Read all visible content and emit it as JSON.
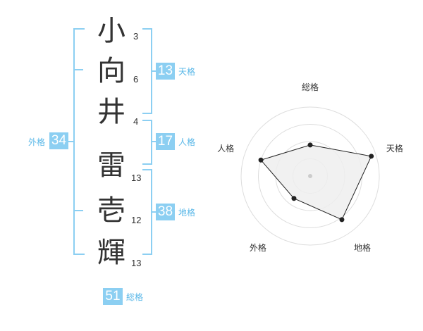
{
  "name": {
    "chars": [
      {
        "char": "小",
        "strokes": "3"
      },
      {
        "char": "向",
        "strokes": "6"
      },
      {
        "char": "井",
        "strokes": "4"
      },
      {
        "char": "雷",
        "strokes": "13"
      },
      {
        "char": "壱",
        "strokes": "12"
      },
      {
        "char": "輝",
        "strokes": "13"
      }
    ]
  },
  "kakusu": {
    "tenkaku": {
      "value": "13",
      "label": "天格"
    },
    "jinkaku": {
      "value": "17",
      "label": "人格"
    },
    "chikaku": {
      "value": "38",
      "label": "地格"
    },
    "gaikaku": {
      "value": "34",
      "label": "外格"
    },
    "soukaku": {
      "value": "51",
      "label": "総格"
    }
  },
  "colors": {
    "accent": "#8ccff2",
    "accent_text": "#5bb8e8",
    "text": "#333333"
  },
  "chart_data": {
    "type": "radar",
    "axes": [
      "総格",
      "天格",
      "地格",
      "外格",
      "人格"
    ],
    "values": [
      0.45,
      0.93,
      0.78,
      0.4,
      0.75
    ],
    "rings": 4,
    "grid": true
  }
}
